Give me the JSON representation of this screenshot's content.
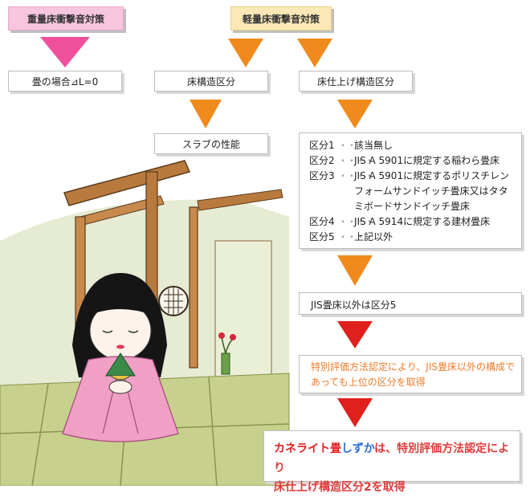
{
  "heavy_label": "重量床衝撃音対策",
  "light_label": "軽量床衝撃音対策",
  "heavy_result": "畳の場合⊿L=0",
  "floor_structure": "床構造区分",
  "floor_finish": "床仕上げ構造区分",
  "slab": "スラブの性能",
  "classes": [
    {
      "key": "区分1",
      "text": "該当無し"
    },
    {
      "key": "区分2",
      "text": "JIS A 5901に規定する稲わら畳床"
    },
    {
      "key": "区分3",
      "text": "JIS A 5901に規定するポリスチレンフォームサンドイッチ畳床又はタタミボードサンドイッチ畳床"
    },
    {
      "key": "区分4",
      "text": "JIS A 5914に規定する建材畳床"
    },
    {
      "key": "区分5",
      "text": "上記以外"
    }
  ],
  "jis_note": "JIS畳床以外は区分5",
  "special_note": "特別評価方法認定により、JIS畳床以外の構成であっても上位の区分を取得",
  "final": {
    "brand": "カネライト畳",
    "brand2": "しずか",
    "line1_rest": "は、特別評価方法認定により",
    "line2": "床仕上げ構造区分2を取得"
  },
  "colors": {
    "pink_arrow": "#f04f9b",
    "orange_arrow": "#f08a1c",
    "red_arrow": "#e0201c"
  }
}
